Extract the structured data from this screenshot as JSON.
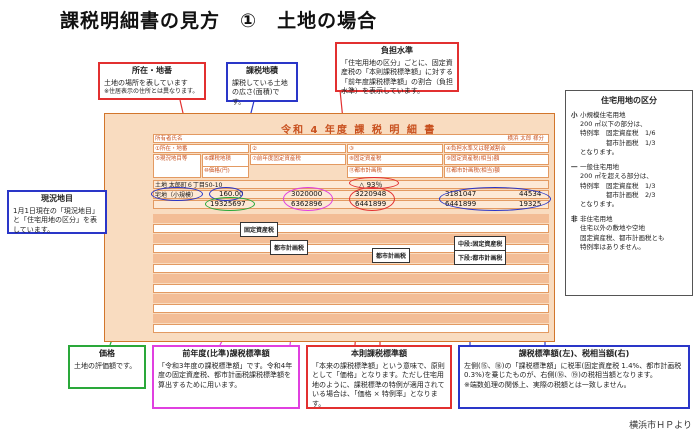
{
  "title": "課税明細書の見方　①　土地の場合",
  "credit": "横浜市ＨＰより",
  "form": {
    "title": "令和 4 年度 課 税 明 細 書",
    "owner_label": "所有者氏名",
    "owner_right": "横浜 太郎 様分",
    "col_headers": {
      "c1": "①所在・地番",
      "c2": "②",
      "c3": "③",
      "c4": "④負担水準又は軽減割合",
      "c5": "⑤現況地目等",
      "c6": "⑥課税地積",
      "c7": "⑦前年度固定資産税",
      "c8": "⑧固定資産税",
      "c9": "⑨固定資産税(相当)額",
      "c10": "⑩価格(円)",
      "c11": "⑪都市計画税",
      "c12": "⑫都市計画税(相当)額"
    },
    "row": {
      "address": "土地 太郎町６丁目50-10",
      "land_type": "宅地（小規模）",
      "area": "160.00",
      "burden": "△ 93％",
      "price": "19325697",
      "prev_fixed": "3020000",
      "prev_city": "6362896",
      "std_fixed": "3220948",
      "std_city": "6441899",
      "tax_fixed_std": "3181047",
      "tax_fixed": "44534",
      "tax_city_std": "6441899",
      "tax_city": "19325"
    }
  },
  "callouts": {
    "location": {
      "heading": "所在・地番",
      "body": "土地の場所を表しています",
      "note": "※住居表示の住所とは異なります。"
    },
    "area": {
      "heading": "課税地積",
      "body": "課税している土地の広さ(面積)です。"
    },
    "burden": {
      "heading": "負担水準",
      "body": "「住宅用地の区分」ごとに、固定資産税の「本則課税標準額」に対する「前年度課税標準額」の割合（負担水準）を表示しています。"
    },
    "current": {
      "heading": "現況地目",
      "body": "1月1日現在の「現況地目」と「住宅用地の区分」を表しています。"
    },
    "price": {
      "heading": "価格",
      "body": "土地の評価額です。"
    },
    "prev": {
      "heading": "前年度(比準)課税標準額",
      "body": "「令和3年度の課税標準額」です。令和4年度の固定資産税、都市計画税課税標準額を算出するために用います。"
    },
    "base": {
      "heading": "本則課税標準額",
      "body": "「本来の課税標準額」という意味で、原則として「価格」となります。ただし住宅用地のように、課税標準の特例が適用されている場合は、「価格 × 特例率」となります。"
    },
    "tax": {
      "heading": "課税標準額(左)、税相当額(右)",
      "body": "左側(⑮、⑱)の「課税標準額」に税率(固定資産税 1.4%、都市計画税 0.3%)を乗じたものが、右側(⑯、⑲)の税相当額となります。",
      "note": "※端数処理の関係上、実際の税額とは一致しません。"
    }
  },
  "tags": {
    "fixed1": "固定資産税",
    "city1": "都市計画税",
    "city2": "都市計画税",
    "mid_fixed": "中段:固定資産税",
    "low_city": "下段:都市計画税"
  },
  "sidebar": {
    "heading": "住宅用地の区分",
    "small_label": "小",
    "small_text": "小規模住宅用地\n200 ㎡以下の部分は、\n特例率　固定資産税　1/6\n　　　　都市計画税　1/3\nとなります。",
    "general_label": "一",
    "general_text": "一般住宅用地\n200 ㎡を超える部分は、\n特例率　固定資産税　1/3\n　　　　都市計画税　2/3\nとなります。",
    "non_label": "非",
    "non_text": "非住宅用地\n住宅以外の敷地や空地\n固定資産税、都市計画税とも\n特例率はありません。"
  }
}
